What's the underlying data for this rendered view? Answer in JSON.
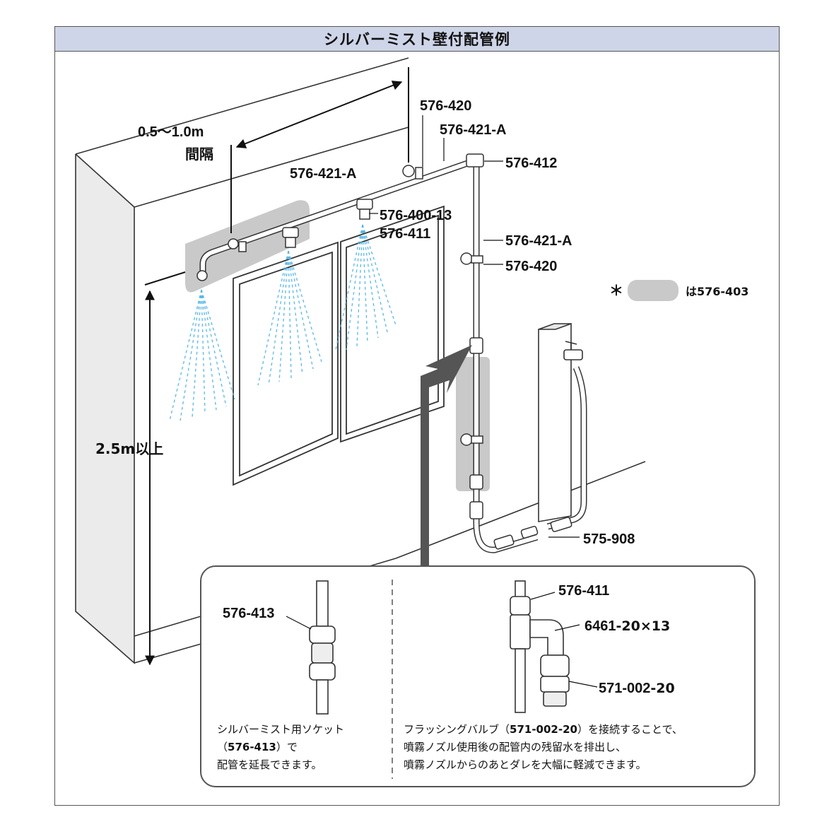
{
  "title": "シルバーミスト壁付配管例",
  "labels": {
    "p576_420_top": "576-420",
    "p576_421A_top": "576-421-A",
    "p576_412": "576-412",
    "p576_421A_mid": "576-421-A",
    "p576_400_13": "576-400-13",
    "p576_411": "576-411",
    "p576_421A_right": "576-421-A",
    "p576_420_right": "576-420",
    "p575_908": "575-908"
  },
  "spacing": {
    "value": "0.5〜1.0m",
    "unit_label": "間隔"
  },
  "height": {
    "value": "2.5m以上"
  },
  "legend": {
    "asterisk": "＊",
    "text": "は576-403"
  },
  "inset": {
    "left_label": "576-413",
    "left_note": {
      "line1": "シルバーミスト用ソケット",
      "line2_open": "（",
      "line2_code": "576-413",
      "line2_close": "）で",
      "line3": "配管を延長できます。"
    },
    "right_labels": {
      "p576_411": "576-411",
      "p6461": "6461",
      "p6461_suffix": "-20×13",
      "p571": "571-002",
      "p571_suffix": "-20"
    },
    "right_note": {
      "line1_a": "フラッシングバルブ（",
      "line1_code": "571-002-20",
      "line1_b": "）を接続することで、",
      "line2": "噴霧ノズル使用後の配管内の残留水を排出し、",
      "line3": "噴霧ノズルからのあとダレを大幅に軽減できます。"
    }
  },
  "colors": {
    "title_bg": "#cfd5e8",
    "highlight": "#c9c9c9",
    "mist": "#58b8e8",
    "arrow": "#555555"
  }
}
